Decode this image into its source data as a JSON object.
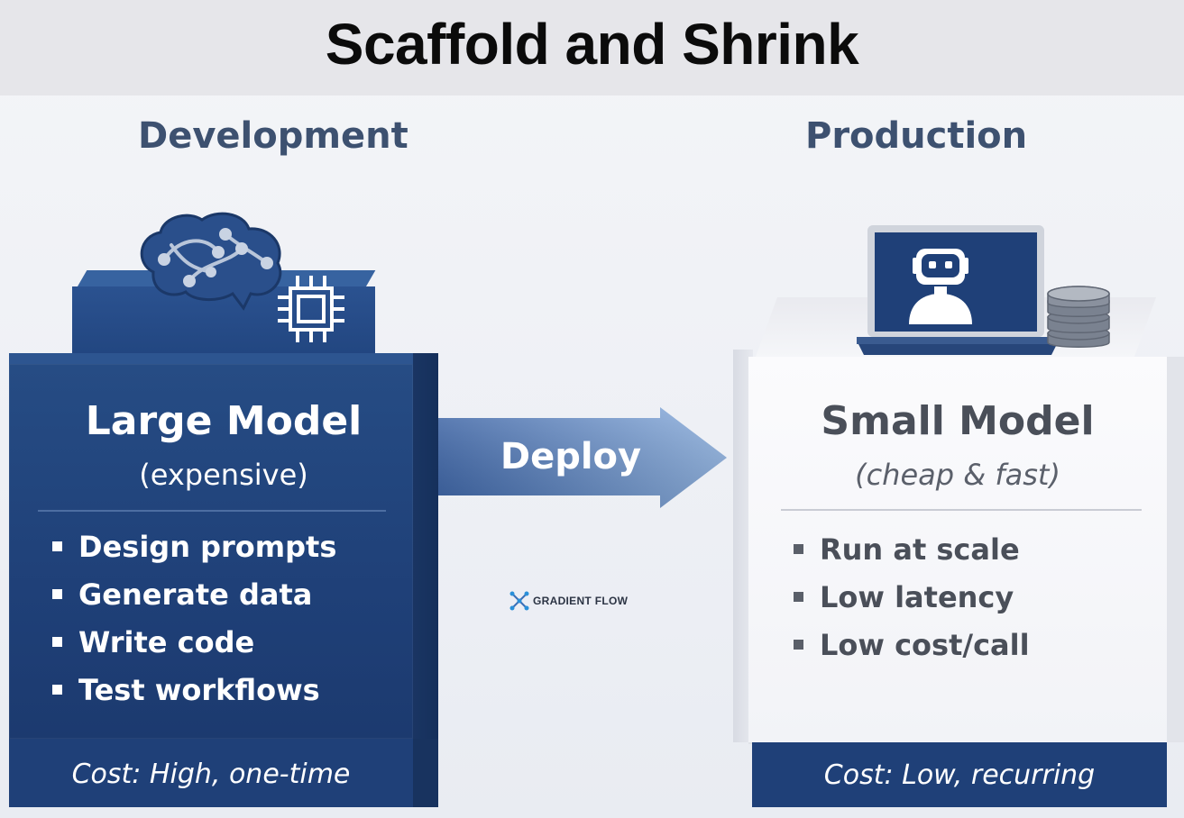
{
  "title": "Scaffold and Shrink",
  "development": {
    "label": "Development",
    "model_title": "Large Model",
    "model_subtitle": "(expensive)",
    "bullets": [
      "Design prompts",
      "Generate data",
      "Write code",
      "Test workflows"
    ],
    "cost": "Cost: High, one-time"
  },
  "arrow": {
    "label": "Deploy"
  },
  "production": {
    "label": "Production",
    "model_title": "Small Model",
    "model_subtitle": "(cheap & fast)",
    "bullets": [
      "Run at scale",
      "Low latency",
      "Low cost/call"
    ],
    "cost": "Cost: Low, recurring"
  },
  "logo": {
    "text": "GRADIENT FLOW"
  },
  "icons": {
    "brain": "brain-icon",
    "chip": "chip-icon",
    "laptop_robot": "laptop-robot-icon",
    "database": "database-icon"
  },
  "colors": {
    "dev_navy": "#1f4078",
    "arrow_blue": "#6d93c9",
    "prod_gray": "#4a4f59"
  }
}
